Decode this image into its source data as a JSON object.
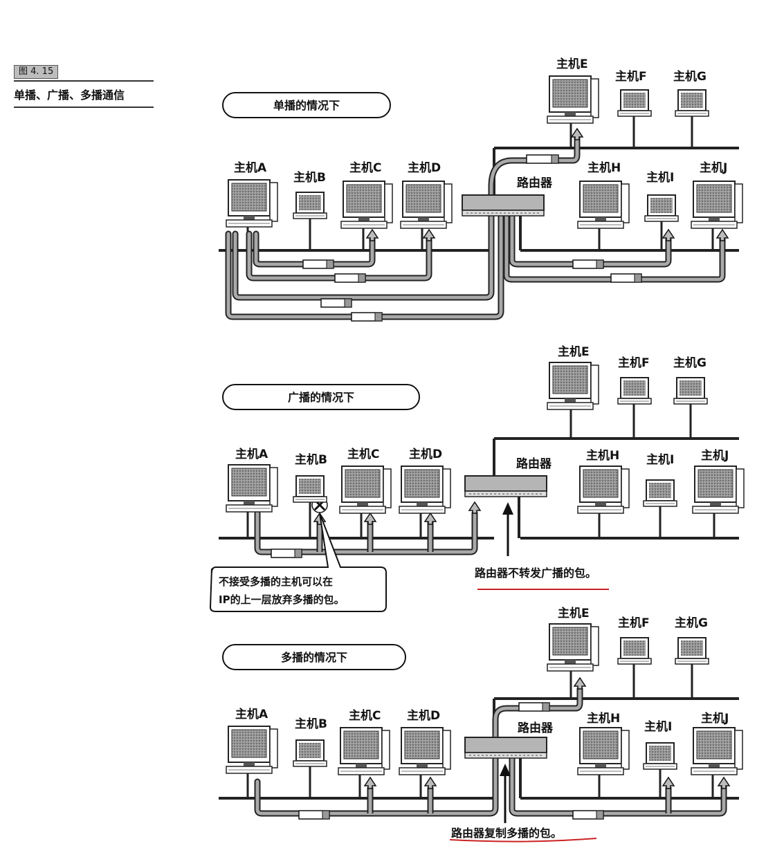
{
  "figure": {
    "number": "图 4. 15",
    "caption": "单播、广播、多播通信"
  },
  "hosts": [
    "主机A",
    "主机B",
    "主机C",
    "主机D",
    "主机E",
    "主机F",
    "主机G",
    "主机H",
    "主机I",
    "主机J"
  ],
  "router_label": "路由器",
  "panels": [
    {
      "caption": "单播的情况下"
    },
    {
      "caption": "广播的情况下",
      "router_note": "路由器不转发广播的包。",
      "callout_line1": "不接受多播的主机可以在",
      "callout_line2": "IP的上一层放弃多播的包。"
    },
    {
      "caption": "多播的情况下",
      "router_note": "路由器复制多播的包。"
    }
  ],
  "colors": {
    "underline": "#cc2222",
    "line": "#222222",
    "screen": "#8a8a8a"
  }
}
